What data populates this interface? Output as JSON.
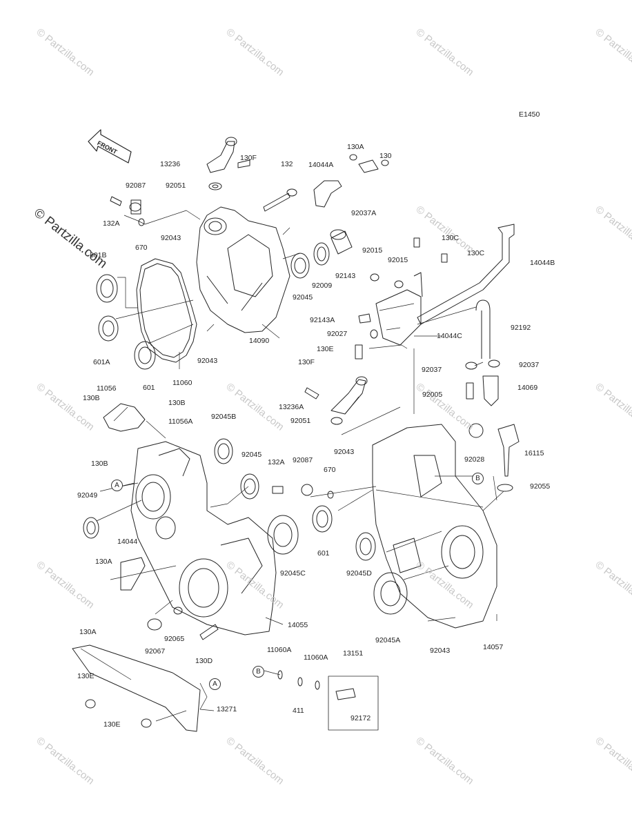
{
  "diagram_id": "E1450",
  "front_label": "FRONT",
  "watermark": "© Partzilla.com",
  "watermark_main": "© Partzilla.com",
  "ref_markers": [
    "A",
    "B"
  ],
  "parts": [
    "13236",
    "130F",
    "132",
    "14044A",
    "130A",
    "130",
    "92087",
    "92051",
    "92037A",
    "132A",
    "670",
    "92043",
    "601B",
    "92015",
    "92015",
    "130C",
    "130C",
    "14044B",
    "92009",
    "92143",
    "92045",
    "601A",
    "14090",
    "92143A",
    "92027",
    "14044C",
    "92192",
    "92043",
    "601",
    "11060",
    "130E",
    "130F",
    "92037",
    "92037",
    "14069",
    "11056",
    "13236A",
    "130B",
    "130B",
    "92005",
    "11056A",
    "92051",
    "92045B",
    "130B",
    "92043",
    "92045",
    "132A",
    "92087",
    "670",
    "16115",
    "92028",
    "92049",
    "92055",
    "14044",
    "601",
    "92045C",
    "92045D",
    "130A",
    "130A",
    "92065",
    "92067",
    "130D",
    "14055",
    "92045A",
    "92043",
    "14057",
    "11060A",
    "11060A",
    "13151",
    "130E",
    "411",
    "92172",
    "13271",
    "130E"
  ]
}
